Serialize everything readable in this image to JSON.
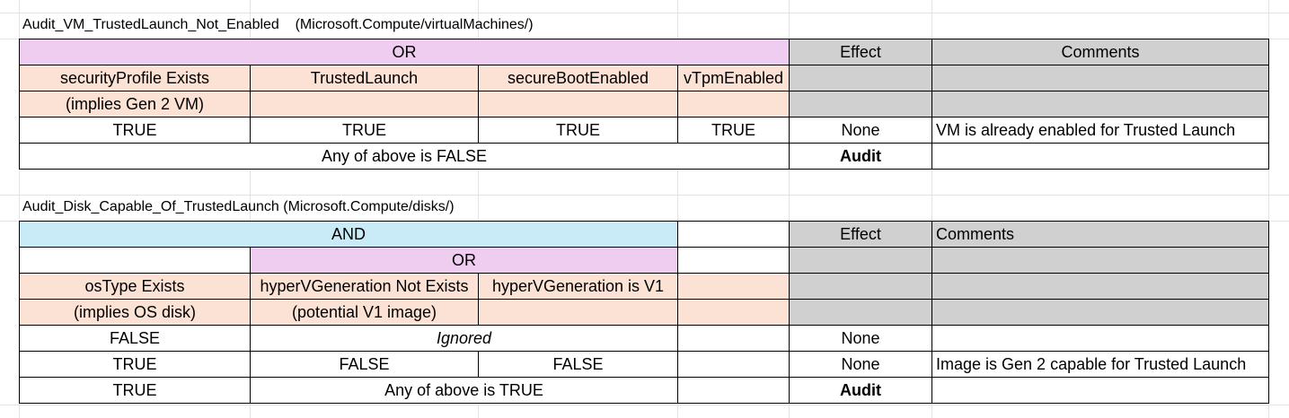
{
  "table1": {
    "title": "Audit_VM_TrustedLaunch_Not_Enabled    (Microsoft.Compute/virtualMachines/)",
    "header": {
      "operator": "OR",
      "effect": "Effect",
      "comments": "Comments"
    },
    "columns": [
      "securityProfile Exists",
      "TrustedLaunch",
      "secureBootEnabled",
      "vTpmEnabled"
    ],
    "sub_columns": [
      "(implies Gen 2 VM)",
      "",
      "",
      ""
    ],
    "rows": [
      {
        "cells": [
          "TRUE",
          "TRUE",
          "TRUE",
          "TRUE"
        ],
        "effect": "None",
        "comment": "VM is already enabled for Trusted Launch"
      },
      {
        "merged": "Any of above is FALSE",
        "effect": "Audit",
        "comment": ""
      }
    ]
  },
  "table2": {
    "title": "Audit_Disk_Capable_Of_TrustedLaunch (Microsoft.Compute/disks/)",
    "header": {
      "operator": "AND",
      "effect": "Effect",
      "comments": "Comments"
    },
    "inner_operator": "OR",
    "columns": [
      "osType Exists",
      "hyperVGeneration Not Exists",
      "hyperVGeneration is V1"
    ],
    "sub_columns": [
      "(implies OS disk)",
      "(potential V1 image)",
      ""
    ],
    "rows": [
      {
        "first": "FALSE",
        "merged": "Ignored",
        "effect": "None",
        "comment": ""
      },
      {
        "first": "TRUE",
        "cells": [
          "FALSE",
          "FALSE"
        ],
        "effect": "None",
        "comment": "Image is Gen 2 capable for Trusted Launch"
      },
      {
        "first": "TRUE",
        "merged": "Any of above is TRUE",
        "effect": "Audit",
        "comment": ""
      }
    ]
  }
}
